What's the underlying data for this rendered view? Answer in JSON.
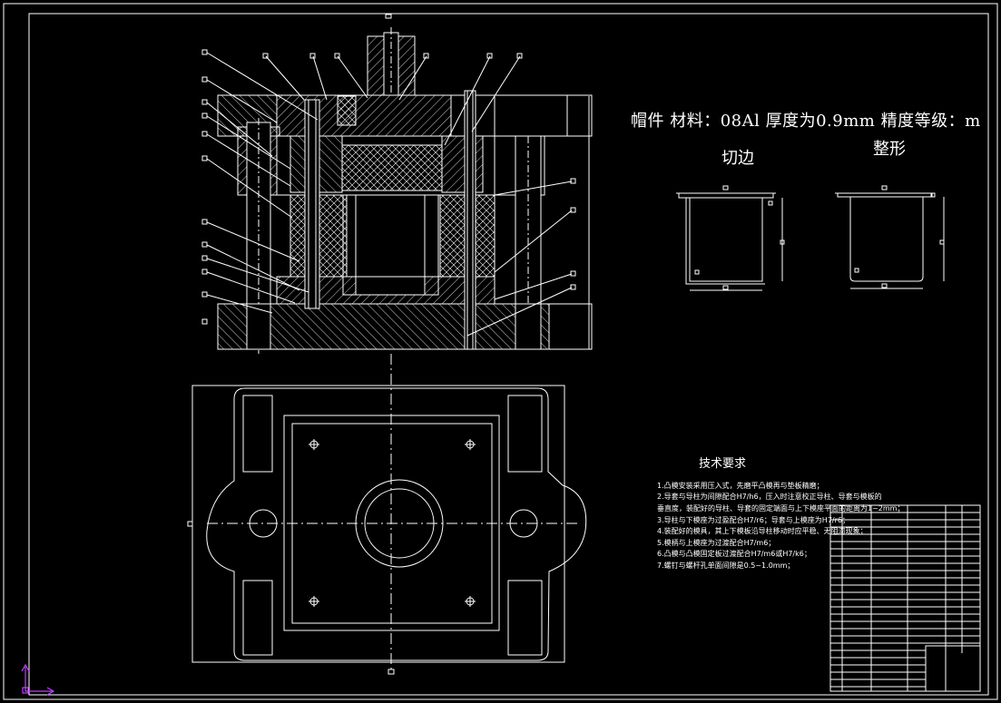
{
  "header_text": "帽件    材料：08Al  厚度为0.9mm  精度等级：m",
  "cut_title": "切边",
  "shape_title": "整形",
  "tech_title": "技术要求",
  "notes": [
    "1.凸模安装采用压入式，先磨平凸模再与垫板精磨；",
    "2.导套与导柱为间隙配合H7/h6，压入时注意校正导柱、导套与模板的",
    "   垂直度，装配好的导柱、导套的固定端面与上下模座平面的距离为1~2mm；",
    "3.导柱与下模座为过盈配合H7/r6；导套与上模座为H7/r6；",
    "4.装配好的模具，其上下模板沿导柱移动时应平稳、无阻滞现象；",
    "5.模柄与上模座为过渡配合H7/m6；",
    "6.凸模与凸模固定板过渡配合H7/m6或H7/k6；",
    "7.螺钉与螺杆孔单面间隙是0.5~1.0mm；"
  ],
  "colors": {
    "background": "#000000",
    "line": "#ffffff",
    "axis_icon": "#c040ff"
  }
}
